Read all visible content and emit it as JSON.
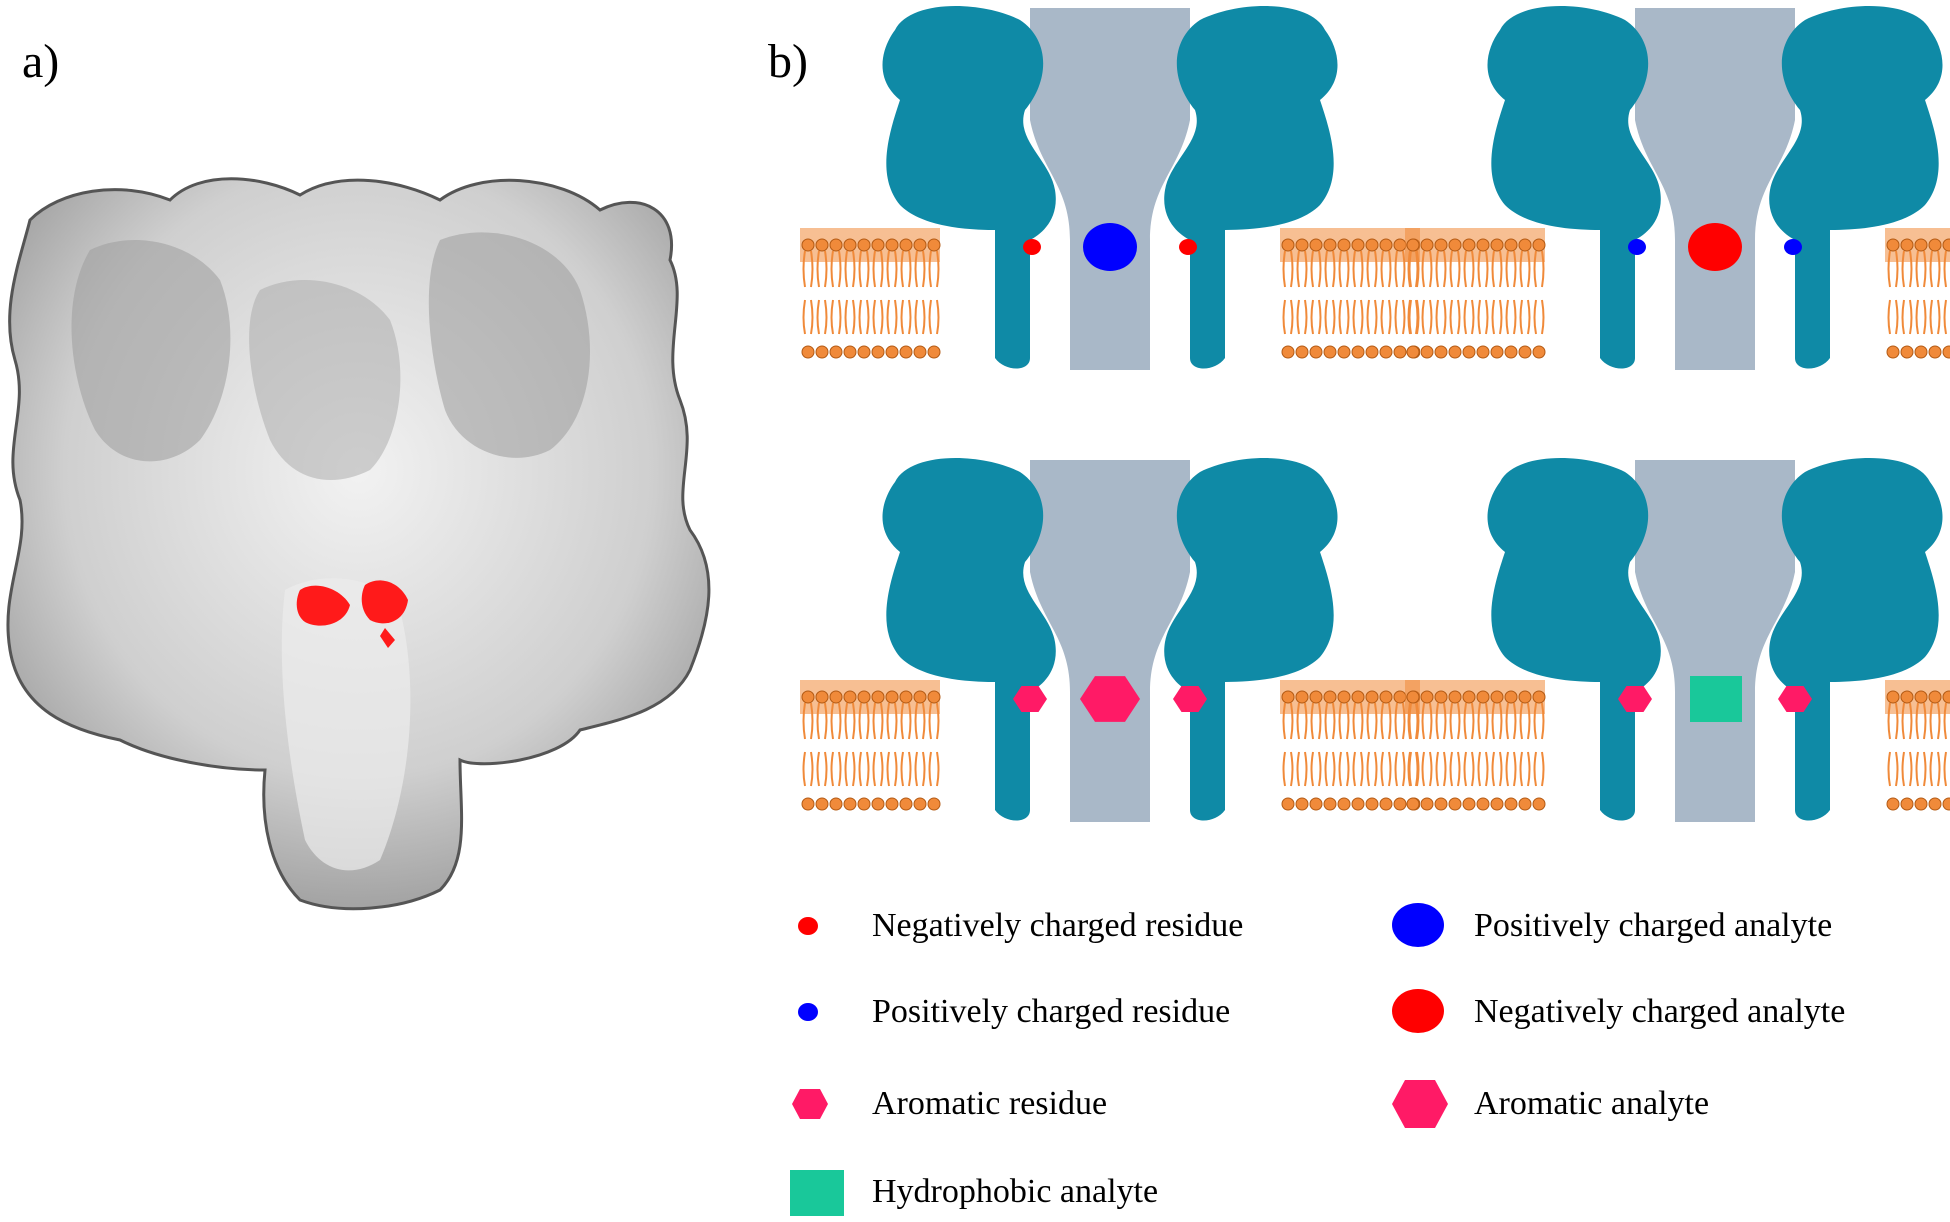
{
  "panels": {
    "a_label": "a)",
    "b_label": "b)"
  },
  "colors": {
    "protein_surface": "#d9d9d9",
    "protein_shadow": "#7a7a7a",
    "binding_site": "#ff1a1a",
    "pore_protein": "#0f8aa6",
    "pore_lumen": "#a9b8c8",
    "membrane": "#f08a3a",
    "negative": "#ff0000",
    "positive": "#0000ff",
    "aromatic": "#ff1a66",
    "hydrophobic": "#19c89a"
  },
  "pores": [
    {
      "analyte": "positive-circle",
      "residues": "negative-dots"
    },
    {
      "analyte": "negative-circle",
      "residues": "positive-dots"
    },
    {
      "analyte": "aromatic-hexagon",
      "residues": "aromatic-hexagons"
    },
    {
      "analyte": "hydrophobic-square",
      "residues": "aromatic-hexagons"
    }
  ],
  "legend": [
    {
      "label": "Negatively charged residue",
      "icon": "small-red-dot"
    },
    {
      "label": "Positively charged analyte",
      "icon": "large-blue-circle"
    },
    {
      "label": "Positively charged residue",
      "icon": "small-blue-dot"
    },
    {
      "label": "Negatively charged analyte",
      "icon": "large-red-circle"
    },
    {
      "label": "Aromatic residue",
      "icon": "small-pink-hexagon"
    },
    {
      "label": "Aromatic analyte",
      "icon": "large-pink-hexagon"
    },
    {
      "label": "Hydrophobic analyte",
      "icon": "green-square"
    }
  ]
}
